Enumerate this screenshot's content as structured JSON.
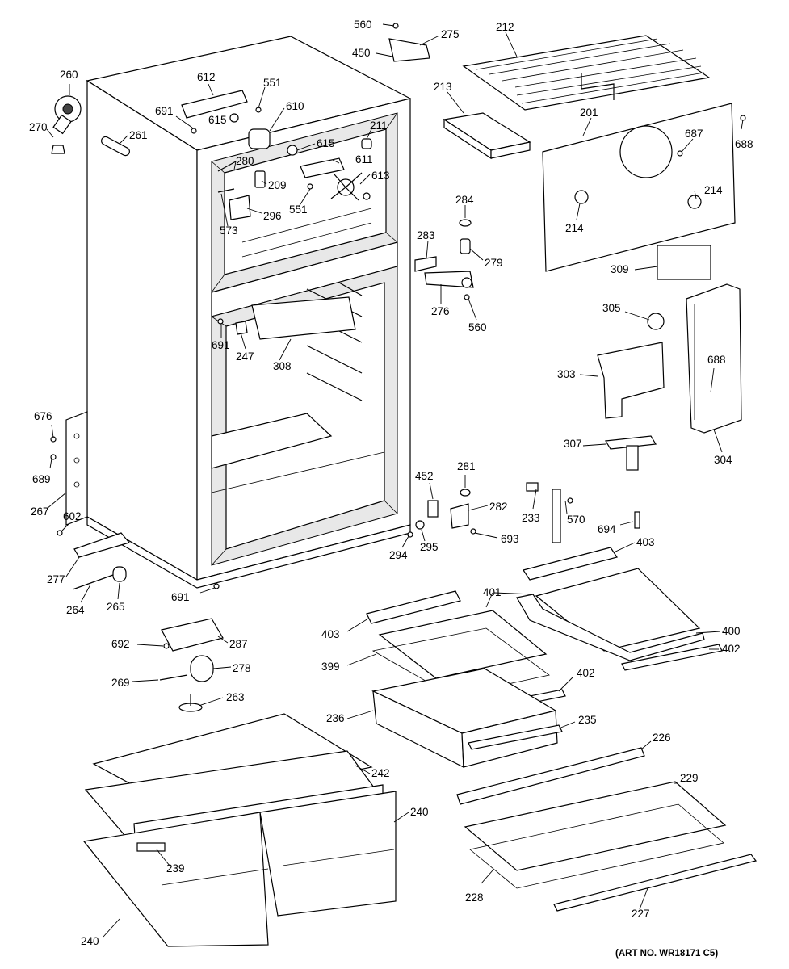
{
  "art_number": "(ART NO. WR18171 C5)",
  "callouts": [
    {
      "id": "c560a",
      "label": "560"
    },
    {
      "id": "c275",
      "label": "275"
    },
    {
      "id": "c450",
      "label": "450"
    },
    {
      "id": "c212",
      "label": "212"
    },
    {
      "id": "c213",
      "label": "213"
    },
    {
      "id": "c201",
      "label": "201"
    },
    {
      "id": "c688a",
      "label": "688"
    },
    {
      "id": "c687",
      "label": "687"
    },
    {
      "id": "c214a",
      "label": "214"
    },
    {
      "id": "c214b",
      "label": "214"
    },
    {
      "id": "c260",
      "label": "260"
    },
    {
      "id": "c270",
      "label": "270"
    },
    {
      "id": "c261",
      "label": "261"
    },
    {
      "id": "c612",
      "label": "612"
    },
    {
      "id": "c551a",
      "label": "551"
    },
    {
      "id": "c691a",
      "label": "691"
    },
    {
      "id": "c615a",
      "label": "615"
    },
    {
      "id": "c610",
      "label": "610"
    },
    {
      "id": "c211",
      "label": "211"
    },
    {
      "id": "c615b",
      "label": "615"
    },
    {
      "id": "c611",
      "label": "611"
    },
    {
      "id": "c280",
      "label": "280"
    },
    {
      "id": "c209",
      "label": "209"
    },
    {
      "id": "c613",
      "label": "613"
    },
    {
      "id": "c296",
      "label": "296"
    },
    {
      "id": "c551b",
      "label": "551"
    },
    {
      "id": "c573",
      "label": "573"
    },
    {
      "id": "c284",
      "label": "284"
    },
    {
      "id": "c283",
      "label": "283"
    },
    {
      "id": "c279",
      "label": "279"
    },
    {
      "id": "c276",
      "label": "276"
    },
    {
      "id": "c560b",
      "label": "560"
    },
    {
      "id": "c309",
      "label": "309"
    },
    {
      "id": "c305",
      "label": "305"
    },
    {
      "id": "c303",
      "label": "303"
    },
    {
      "id": "c688b",
      "label": "688"
    },
    {
      "id": "c304",
      "label": "304"
    },
    {
      "id": "c307",
      "label": "307"
    },
    {
      "id": "c691b",
      "label": "691"
    },
    {
      "id": "c247",
      "label": "247"
    },
    {
      "id": "c308",
      "label": "308"
    },
    {
      "id": "c676",
      "label": "676"
    },
    {
      "id": "c689",
      "label": "689"
    },
    {
      "id": "c267",
      "label": "267"
    },
    {
      "id": "c602",
      "label": "602"
    },
    {
      "id": "c277",
      "label": "277"
    },
    {
      "id": "c264",
      "label": "264"
    },
    {
      "id": "c265",
      "label": "265"
    },
    {
      "id": "c691c",
      "label": "691"
    },
    {
      "id": "c452",
      "label": "452"
    },
    {
      "id": "c281",
      "label": "281"
    },
    {
      "id": "c282",
      "label": "282"
    },
    {
      "id": "c233",
      "label": "233"
    },
    {
      "id": "c570",
      "label": "570"
    },
    {
      "id": "c294",
      "label": "294"
    },
    {
      "id": "c295",
      "label": "295"
    },
    {
      "id": "c693",
      "label": "693"
    },
    {
      "id": "c694",
      "label": "694"
    },
    {
      "id": "c403a",
      "label": "403"
    },
    {
      "id": "c401",
      "label": "401"
    },
    {
      "id": "c403b",
      "label": "403"
    },
    {
      "id": "c400",
      "label": "400"
    },
    {
      "id": "c402a",
      "label": "402"
    },
    {
      "id": "c399",
      "label": "399"
    },
    {
      "id": "c402b",
      "label": "402"
    },
    {
      "id": "c236",
      "label": "236"
    },
    {
      "id": "c235",
      "label": "235"
    },
    {
      "id": "c692",
      "label": "692"
    },
    {
      "id": "c287",
      "label": "287"
    },
    {
      "id": "c269",
      "label": "269"
    },
    {
      "id": "c278",
      "label": "278"
    },
    {
      "id": "c263",
      "label": "263"
    },
    {
      "id": "c226",
      "label": "226"
    },
    {
      "id": "c242",
      "label": "242"
    },
    {
      "id": "c229",
      "label": "229"
    },
    {
      "id": "c240a",
      "label": "240"
    },
    {
      "id": "c239",
      "label": "239"
    },
    {
      "id": "c228",
      "label": "228"
    },
    {
      "id": "c227",
      "label": "227"
    },
    {
      "id": "c240b",
      "label": "240"
    }
  ]
}
